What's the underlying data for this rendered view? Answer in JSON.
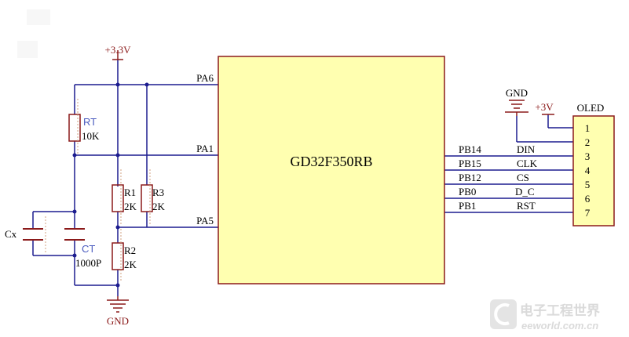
{
  "colors": {
    "wire": "#1c1c8f",
    "label": "#8b1a1a",
    "component_blue": "#4a5bbf",
    "chip_fill": "#ffffb0",
    "chip_stroke": "#8b1a1a",
    "watermark": "#c8c8c8"
  },
  "supply": {
    "top": "+3.3V",
    "oled": "+3V",
    "gnd_bottom": "GND",
    "gnd_top": "GND"
  },
  "mcu": {
    "name": "GD32F350RB",
    "left_pins": [
      "PA6",
      "PA1",
      "PA5"
    ],
    "right_pins": [
      "PB14",
      "PB15",
      "PB12",
      "PB0",
      "PB1"
    ]
  },
  "components": {
    "rt": {
      "ref": "RT",
      "value": "10K"
    },
    "r1": {
      "ref": "R1",
      "value": "2K"
    },
    "r3": {
      "ref": "R3",
      "value": "2K"
    },
    "r2": {
      "ref": "R2",
      "value": "2K"
    },
    "ct": {
      "ref": "CT",
      "value": "1000P"
    },
    "cx": {
      "ref": "Cx"
    }
  },
  "oled": {
    "title": "OLED",
    "signals": [
      "DIN",
      "CLK",
      "CS",
      "D_C",
      "RST"
    ],
    "pins": [
      "1",
      "2",
      "3",
      "4",
      "5",
      "6",
      "7"
    ]
  },
  "watermark": {
    "chinese": "电子工程世界",
    "url": "eeworld.com.cn"
  }
}
